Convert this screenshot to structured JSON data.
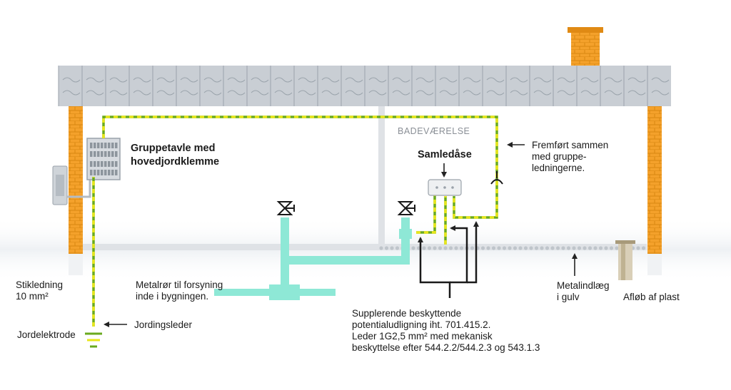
{
  "labels": {
    "panel": "Gruppetavle med\nhovedjordklemme",
    "room": "BADEVÆRELSE",
    "junction_box": "Samledåse",
    "routed_with": "Fremført sammen\nmed gruppe-\nledningerne.",
    "service_cable": "Stikledning\n10 mm²",
    "metal_pipe": "Metalrør til forsyning\ninde i bygningen.",
    "earthing_conductor": "Jordingsleder",
    "earth_electrode": "Jordelektrode",
    "bonding_note": "Supplerende beskyttende\npotentialudligning iht. 701.415.2.\nLeder 1G2,5 mm² med mekanisk\nbeskyttelse efter 544.2.2/544.2.3 og 543.1.3",
    "floor_insert": "Metalindlæg\ni gulv",
    "plastic_drain": "Afløb af plast"
  },
  "colors": {
    "roof": "#c9ced4",
    "roof_tile_line": "#9aa3ab",
    "brick": "#f4a12b",
    "brick_line": "#d98710",
    "pipe": "#8ee8d6",
    "ground_yellow": "#e8e61a",
    "ground_green": "#6aaa1e",
    "wall_gray": "#dfe2e6",
    "conductor": "#1a1a1a"
  },
  "icons": [
    "valve-icon",
    "earth-symbol-icon",
    "arrow-icon",
    "junction-box-icon",
    "panel-icon",
    "chimney-icon"
  ]
}
